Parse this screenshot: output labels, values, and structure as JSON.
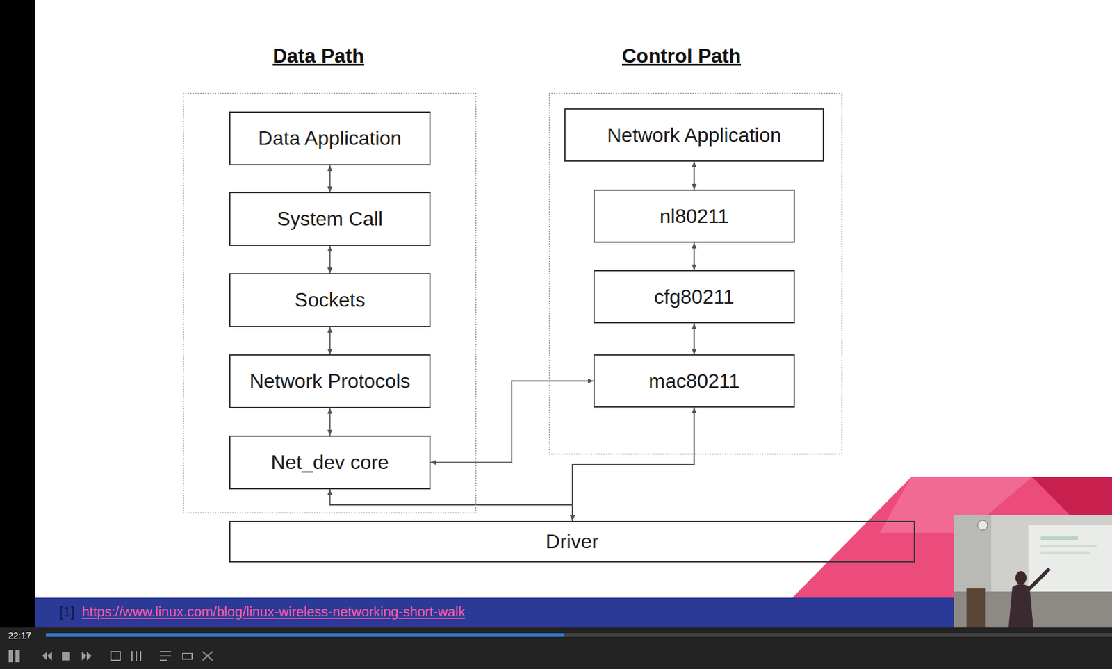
{
  "diagram": {
    "nodes": [
      {
        "text": [
          "Data Path"
        ]
      },
      {
        "text": [
          "Data Application"
        ],
        "in": 0
      },
      {
        "text": [
          "System Call"
        ],
        "in": 0
      },
      {
        "text": [
          "Sockets"
        ],
        "in": 0
      },
      {
        "text": [
          "Network Protocols"
        ],
        "in": 0
      },
      {
        "text": [
          "Net_dev core"
        ],
        "in": 0
      },
      {
        "text": [
          "Control Path"
        ]
      },
      {
        "text": [
          "Network Application"
        ],
        "in": 6
      },
      {
        "text": [
          "nl80211"
        ],
        "in": 6
      },
      {
        "text": [
          "cfg80211"
        ],
        "in": 6
      },
      {
        "text": [
          "mac80211"
        ],
        "in": 6
      },
      {
        "text": [
          "Driver"
        ]
      }
    ],
    "edges": [
      {
        "from": 1,
        "to": 2,
        "arrow": "both"
      },
      {
        "from": 2,
        "to": 3,
        "arrow": "both"
      },
      {
        "from": 3,
        "to": 4,
        "arrow": "both"
      },
      {
        "from": 4,
        "to": 5,
        "arrow": "both"
      },
      {
        "from": 7,
        "to": 8,
        "arrow": "both"
      },
      {
        "from": 8,
        "to": 9,
        "arrow": "both"
      },
      {
        "from": 9,
        "to": 10,
        "arrow": "both"
      },
      {
        "from": 5,
        "to": 10,
        "arrow": "both"
      },
      {
        "from": 11,
        "to": 5,
        "arrow": "both"
      },
      {
        "from": 11,
        "to": 10,
        "arrow": "both"
      }
    ],
    "labels": [
      "[1]",
      "https://www.linux.com/blog/linux-wireless-networking-short-walk",
      "22:17"
    ]
  }
}
